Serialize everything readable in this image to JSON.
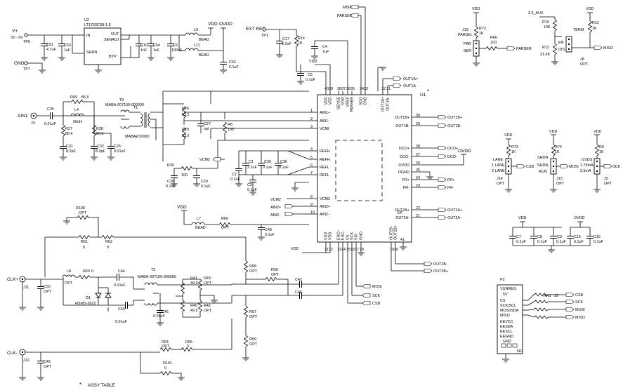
{
  "supply": {
    "vplus": "V+",
    "vrange": "3V - 6V",
    "tp6": "TP6",
    "gnd": "GND",
    "tp7": "TP7",
    "c51": "C51",
    "c51v": "4.7uF",
    "c53": "C53",
    "c53v": "1uF",
    "u2": "U2",
    "u2part": "LT1763CS8-1.8",
    "in": "IN",
    "out": "OUT",
    "senadj": "SENADJ",
    "shdn": "SHDN",
    "byp": "BYP",
    "c10": "C10",
    "c10v": "1nF",
    "c54": "C54",
    "c54v": "1uF",
    "l9": "L9",
    "l9v": "BEAD",
    "l11": "L11",
    "l11v": "BEAD",
    "c6": "C6",
    "c6v": "100uF",
    "vdd": "VDD",
    "ovdd": "OVDD",
    "c52": "C52",
    "c52v": "0.1uF"
  },
  "extref": {
    "label": "EXT REF",
    "tp1": "TP1",
    "c17": "C17",
    "c17v": "2.2uF",
    "r14": "R14",
    "r14v": "1K",
    "c4": "C4",
    "c4v": "1uF",
    "c5": "C5",
    "c5v": "0.1uF",
    "vdd": "VDD"
  },
  "u1": {
    "label": "U1",
    "asterisk": "*",
    "top_pins": [
      "VDD",
      "VDD",
      "SENSE",
      "GND",
      "VREF",
      "PARSER",
      "SDO",
      "GND",
      "OUT1A+",
      "OUT1A-"
    ],
    "top_nums": [
      "40",
      "39",
      "38",
      "37",
      "36",
      "35",
      "34",
      "33",
      "32",
      "31"
    ],
    "left_pins": [
      "AIN1+",
      "AIN1-",
      "VCMI",
      "REFH",
      "REFH",
      "REFL",
      "REFL",
      "VCM2",
      "AIN2+",
      "AIN2-"
    ],
    "left_nums": [
      "1",
      "2",
      "3",
      "4",
      "5",
      "6",
      "7",
      "8",
      "9",
      "10"
    ],
    "right_pins": [
      "OUT1B+",
      "OUT1B-",
      "DCO+",
      "DCO-",
      "OVDD",
      "OGND",
      "FR+",
      "FR-",
      "OUT2A+",
      "OUT2A-"
    ],
    "right_nums": [
      "30",
      "29",
      "28",
      "27",
      "26",
      "25",
      "24",
      "23",
      "22",
      "21"
    ],
    "bottom_pins": [
      "VDD",
      "VDD",
      "ENC+",
      "ENC-",
      "CS",
      "SCK",
      "SDI",
      "GND",
      "OUT2B-",
      "OUT2B+"
    ],
    "bottom_nums": [
      "11",
      "12",
      "13",
      "14",
      "15",
      "16",
      "17",
      "18",
      "19",
      "20"
    ],
    "ep": "EP",
    "ep_num": "41"
  },
  "nets": {
    "miso": "MISO",
    "parser": "PARSER",
    "out1a_p": "OUT1A+",
    "out1a_m": "OUT1A-",
    "out1b_p": "OUT1B+",
    "out1b_m": "OUT1B-",
    "dco_p": "DCO+",
    "dco_m": "DCO-",
    "ovdd": "OVDD",
    "fr_p": "FR+",
    "fr_m": "FR-",
    "out2a_p": "OUT2A+",
    "out2a_m": "OUT2A-",
    "out2b_m": "OUT2B-",
    "out2b_p": "OUT2B+",
    "vcm2": "VCM2",
    "ain2p": "AIN2+",
    "ain2m": "AIN2-",
    "vcm1": "VCM1",
    "mosi": "MOSI",
    "sck": "SCK",
    "csb": "CSB",
    "vdd": "VDD"
  },
  "ain_front": {
    "ain1": "AIN1",
    "j3": "J3",
    "c25": "C25",
    "c25v": "0.01uF",
    "r69": "R69",
    "r69v": "86.6",
    "l4": "L4",
    "l4v": "56nH",
    "r27": "R27",
    "r27v": "86.6",
    "r28": "R28",
    "r28v": "86.6",
    "c31": "C31",
    "c31v": "8.2pF",
    "c32": "C32",
    "c32v": "8.2pF",
    "c26": "C26",
    "c26v": "0.01uF",
    "t9": "T9",
    "t9part": "MABA-007159-000000",
    "t1": "T1",
    "t1part": "MABAES0060",
    "r26": "R26",
    "r26v": "33.2",
    "r29": "R29",
    "r29v": "33.2",
    "c27": "C27",
    "c27v": "opt",
    "r8": "R8",
    "r8v": "100",
    "r30": "R30",
    "r30v": "100",
    "c28": "C28",
    "c28v": "0.1uF",
    "c29": "C29",
    "c29v": "0.1uF",
    "vcm2": "VCM2",
    "c2": "C2",
    "c2v": "0.1uF",
    "c1": "C1",
    "c1v": "2.2uF",
    "c30": "C30",
    "c30v": "0.1uF",
    "c36": "C36",
    "c36v": "0.1uF",
    "c3": "C3",
    "c3v": "0.1uF"
  },
  "clock": {
    "vdd": "VDD",
    "l7": "L7",
    "l7v": "BEAD",
    "r60": "R60",
    "r60v": "OPT",
    "c48": "C48",
    "c48v": "0.1uF",
    "r100": "R100",
    "r100v": "OPT",
    "r61": "R61",
    "r61v": "0",
    "r62": "R62",
    "r62v": "0",
    "clkp": "CLK+",
    "j11": "J11",
    "c50": "C50",
    "c50v": "OPT",
    "l8": "L8",
    "l8v": "OPT",
    "r63": "R63",
    "r63v": "0",
    "d1": "D1",
    "d1part": "HSMS-2822",
    "c44": "C44",
    "c44v": "0.01uF",
    "c43": "C43",
    "c43v": "0.01uF",
    "t5": "T5",
    "t5part": "MABA-007159-000000",
    "c45": "C45",
    "c45v": "0.01uF",
    "r41": "R41",
    "r41v": "49.9",
    "r40": "R40",
    "r40v": "49.9",
    "r43": "R43",
    "r43v": "OPT",
    "r42": "R42",
    "r42v": "OPT",
    "r58": "R58",
    "r58v": "OPT",
    "r56": "R56",
    "r56v": "OPT",
    "r57": "R57",
    "r57v": "OPT",
    "r59": "R59",
    "r59v": "OPT",
    "c47": "C47",
    "c46": "C46",
    "clkm": "CLK-",
    "j12": "J12",
    "c49": "C49",
    "c49v": "OPT",
    "r64": "R64",
    "r64v": "OPT",
    "r65": "R65",
    "r65v": "0",
    "r101": "R101",
    "r101v": "0",
    "footnote_star": "*",
    "footnote": "ASSY TABLE"
  },
  "jumpers": {
    "vdd": "VDD",
    "j13": "J13",
    "parsel": "PARSEL",
    "r72": "R72",
    "r72v": "1K",
    "par": "PAR",
    "ser": "SER",
    "r66": "R66",
    "r66v": "100",
    "parser": "PARSER",
    "aux": "3.3_AUX",
    "r10": "R10",
    "r10v": "10K",
    "r12": "R12",
    "r12v": "31.6K",
    "term": "TERM",
    "r11": "R11",
    "r11v": "1K",
    "en": "EN",
    "dis": "DIS",
    "j8": "J8",
    "j8v": "OPT",
    "miso": "MISO",
    "r73": "R73",
    "r73v": "1K",
    "lane": "LANE",
    "lane1": "1 LANE",
    "lane2": "2 LANE",
    "csb": "CSB",
    "j14": "J14",
    "j14v": "OPT",
    "r74": "R74",
    "r74v": "1K",
    "shdn": "SHDN",
    "shdn2": "SHDN",
    "run": "RUN",
    "mosi": "MOSI",
    "j15": "J15",
    "j15v": "OPT",
    "r9": "R9",
    "r9v": "1K",
    "ilvds": "ILVDS",
    "i175": "1.75mA",
    "i35": "3.5mA",
    "sck": "SCK",
    "j5": "J5",
    "j5v": "OPT"
  },
  "decoupling": {
    "vdd": "VDD",
    "ovdd": "OVDD",
    "c7": "C7",
    "c7v": "0.1uF",
    "c8": "C8",
    "c8v": "0.1uF",
    "c9": "C9",
    "c9v": "0.1uF",
    "c15": "C15",
    "c15v": "0.1uF",
    "c16": "C16",
    "c16v": "0.1uF"
  },
  "connector": {
    "p2": "P2",
    "vunreg": "VUNREG",
    "v5": "5V",
    "pins": [
      "CS",
      "SCK/SCL",
      "MOSI/SDA",
      "MISO",
      "EEVCC",
      "EESDA",
      "EESCL",
      "EEGND"
    ],
    "gnd": "GND",
    "nc": "NC",
    "rn1": "RN1",
    "rn1v": "33",
    "signals": [
      "CSB",
      "SCK",
      "MOSI",
      "MISO"
    ]
  }
}
